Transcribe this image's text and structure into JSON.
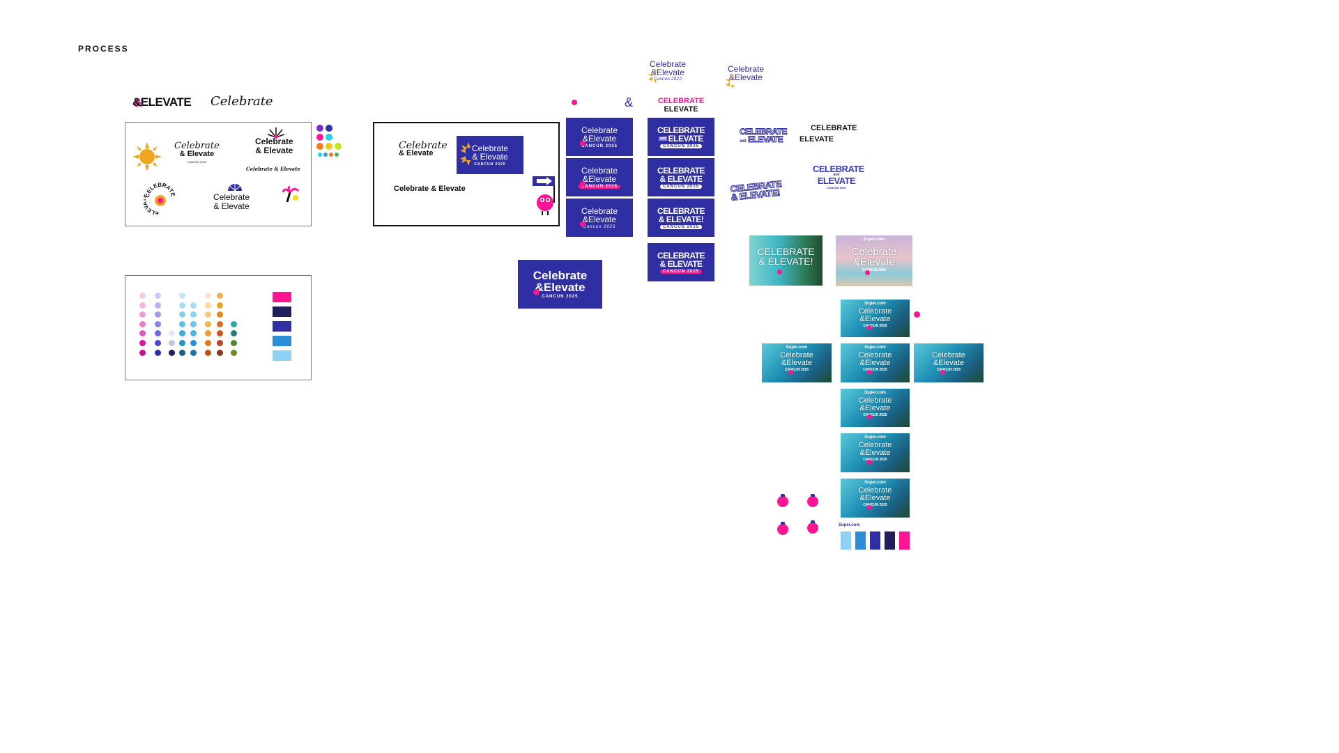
{
  "heading": "PROCESS",
  "wordmarks": {
    "amp_elevate": "&ELEVATE",
    "amp": "&",
    "elevate": "ELEVATE",
    "celebrate_script": "Celebrate"
  },
  "board1": {
    "celebrate_script": "Celebrate",
    "amp_elevate": "& Elevate",
    "cancun_small": "CANCUN 2025",
    "celebrate_bold": "Celebrate",
    "and_elevate_bold": "& Elevate",
    "celebrate_and_elevate": "Celebrate & Elevate",
    "round_top": "CELEBRATE",
    "round_left": "ELEVATE",
    "celebrate_plain": "Celebrate",
    "and_elevate_plain": "& Elevate"
  },
  "board2": {
    "celebrate_script": "Celebrate",
    "amp_elevate": "& Elevate",
    "tile_line1": "Celebrate",
    "tile_line2": "& Elevate",
    "tile_sub": "CANCUN 2025",
    "caption": "Celebrate & Elevate"
  },
  "logo_big": {
    "line1": "Celebrate",
    "line2": "&Elevate",
    "sub": "CANCUN 2025"
  },
  "col_a": [
    {
      "line1": "Celebrate",
      "line2": "&Elevate",
      "sub": "CANCUN 2025"
    },
    {
      "line1": "Celebrate",
      "line2": "&Elevate",
      "sub": "CANCUN 2025"
    },
    {
      "line1": "Celebrate",
      "line2": "&Elevate",
      "sub": "Cancun 2025"
    }
  ],
  "col_b_header": {
    "line1": "CELEBRATE",
    "line2": "ELEVATE"
  },
  "col_b": [
    {
      "line1": "CELEBRATE",
      "line2": "ELEVATE",
      "sub": "CANCUN 2025"
    },
    {
      "line1": "CELEBRATE",
      "line2": "& ELEVATE",
      "sub": "CANCUN 2025"
    },
    {
      "line1": "CELEBRATE",
      "line2": "& ELEVATE!",
      "sub": "CANCUN 2025"
    },
    {
      "line1": "CELEBRATE",
      "line2": "& ELEVATE",
      "sub": "CANCUN 2025"
    }
  ],
  "col_b_and": "and",
  "top_logos": [
    {
      "line1": "Celebrate",
      "line2": "&Elevate",
      "sub": "Cancun 2025"
    },
    {
      "line1": "Celebrate",
      "line2": "&Elevate"
    }
  ],
  "right_wordmarks": {
    "outline_1": "CELEBRATE",
    "outline_and": "and",
    "outline_2": "ELEVATE",
    "plain_1": "CELEBRATE",
    "plain_2": "ELEVATE",
    "wavy_1": "CELEBRATE",
    "wavy_2": "& ELEVATE!",
    "stacked_1": "CELEBRATE",
    "stacked_and": "and",
    "stacked_2": "ELEVATE",
    "stacked_sub": "CANCUN 2025"
  },
  "photos_top": [
    {
      "tag": "",
      "line1": "CELEBRATE",
      "line2": "& ELEVATE!",
      "sub": ""
    },
    {
      "tag": "Super.com",
      "line1": "Celebrate",
      "line2": "&Elevate",
      "sub": "CANCUN 2025"
    }
  ],
  "photo_grid": [
    {
      "tag": "Super.com",
      "line1": "Celebrate",
      "line2": "&Elevate",
      "sub": "CANCUN 2025"
    },
    {
      "tag": "Super.com",
      "line1": "Celebrate",
      "line2": "&Elevate",
      "sub": "CANCUN 2025"
    },
    {
      "tag": "Super.com",
      "line1": "Celebrate",
      "line2": "&Elevate",
      "sub": "CANCUN 2025"
    },
    {
      "tag": "",
      "line1": "Celebrate",
      "line2": "&Elevate",
      "sub": "CANCUN 2025"
    },
    {
      "tag": "Super.com",
      "line1": "Celebrate",
      "line2": "&Elevate",
      "sub": "CANCUN 2025"
    },
    {
      "tag": "Super.com",
      "line1": "Celebrate",
      "line2": "&Elevate",
      "sub": "CANCUN 2025"
    },
    {
      "tag": "Super.com",
      "line1": "Celebrate",
      "line2": "&Elevate",
      "sub": "CANCUN 2025"
    }
  ],
  "footer_tag": "Super.com",
  "colors": {
    "navy": "#2f2ea3",
    "pink": "#ff1493",
    "sun": "#f0a51e",
    "palette_board": [
      "#ff1493",
      "#1f1f5e",
      "#2f2ea3",
      "#2a8fd6",
      "#8fd0f5"
    ],
    "palette_bottom": [
      "#8fd0f5",
      "#2a8fd6",
      "#2f2ea3",
      "#1f1f5e",
      "#ff1493"
    ],
    "mini_dots": [
      "#7a2fc8",
      "#2f2ea3",
      "#ff1493",
      "#1ed6e6",
      "#f57c1e",
      "#f0c81e",
      "#c8e61e",
      "#1ed6e6",
      "#2fa0d6",
      "#f07a1e",
      "#4caf50"
    ],
    "dot_columns": [
      [
        "#f7c9ea",
        "#f2b5e2",
        "#ee9cd7",
        "#e97ccb",
        "#e456bb",
        "#e0149b",
        "#c4128a"
      ],
      [
        "#cdc8f5",
        "#b9b3f1",
        "#a39beb",
        "#8b82e4",
        "#7068dc",
        "#5044cf",
        "#2f2ea3"
      ],
      [
        "",
        "",
        "",
        "",
        "#e0e8f2",
        "#b7c9dc",
        "#1f1f5e"
      ],
      [
        "#bfe7f4",
        "#a5def1",
        "#85d2ec",
        "#5fc1e4",
        "#3aaed9",
        "#1f95c7",
        "#1c5d8f"
      ],
      [
        "",
        "#a9dcf2",
        "#8cd2ee",
        "#6cc5e8",
        "#4cb7e0",
        "#2a8fd6",
        "#1f6fb0"
      ],
      [
        "#fde6c8",
        "#fbd9a3",
        "#f8c87a",
        "#f5b24f",
        "#f29a2a",
        "#e07a1e",
        "#b3541a"
      ],
      [
        "#f5b24f",
        "#f0a51e",
        "#e88a1e",
        "#e06a1e",
        "#d4561e",
        "#b8431e",
        "#8a3a1a"
      ],
      [
        "",
        "",
        "",
        "#2aa8a8",
        "#1f7f7f",
        "#4b8a2a",
        "#6b8a2a"
      ]
    ]
  }
}
